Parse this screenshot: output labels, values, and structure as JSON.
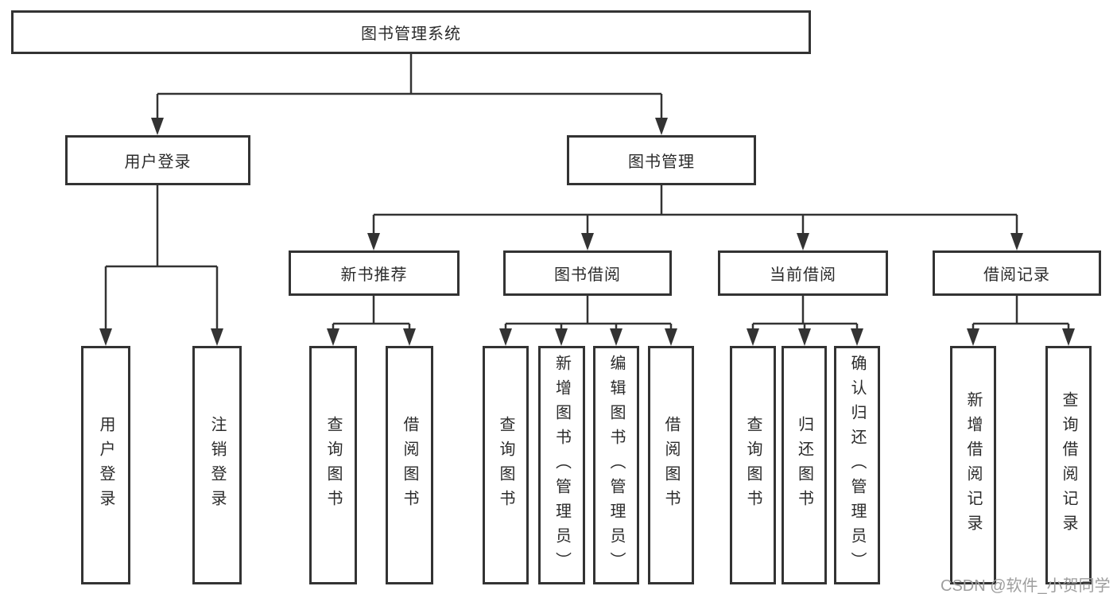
{
  "diagram": {
    "title": "图书管理系统",
    "branches": [
      {
        "label": "用户登录",
        "children": [
          "用户登录",
          "注销登录"
        ]
      },
      {
        "label": "图书管理",
        "sections": [
          {
            "label": "新书推荐",
            "children": [
              "查询图书",
              "借阅图书"
            ]
          },
          {
            "label": "图书借阅",
            "children": [
              "查询图书",
              "新增图书（管理员）",
              "编辑图书（管理员）",
              "借阅图书"
            ]
          },
          {
            "label": "当前借阅",
            "children": [
              "查询图书",
              "归还图书",
              "确认归还（管理员）"
            ]
          },
          {
            "label": "借阅记录",
            "children": [
              "新增借阅记录",
              "查询借阅记录"
            ]
          }
        ]
      }
    ]
  },
  "watermark": "CSDN @软件_小贺同学",
  "colors": {
    "line": "#333333",
    "box_border": "#333333",
    "text": "#2b2b2b",
    "watermark": "#9e9e9e",
    "background": "#ffffff"
  }
}
